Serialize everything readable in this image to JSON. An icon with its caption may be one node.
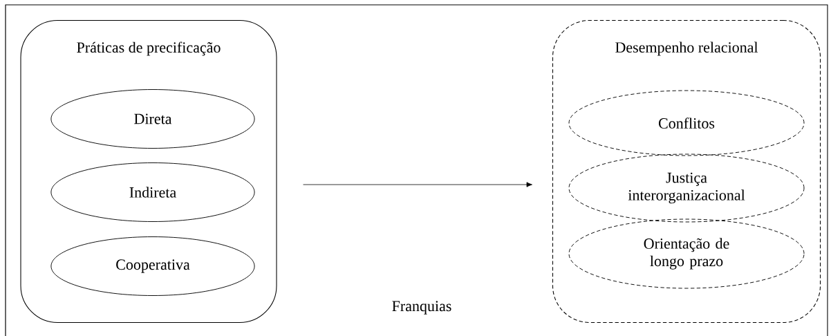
{
  "diagram": {
    "nodes": [
      {
        "text": [
          "Práticas de precificação"
        ]
      },
      {
        "text": [
          "Direta"
        ],
        "in": 0
      },
      {
        "text": [
          "Indireta"
        ],
        "in": 0
      },
      {
        "text": [
          "Cooperativa"
        ],
        "in": 0
      },
      {
        "text": [
          "Desempenho relacional"
        ]
      },
      {
        "text": [
          "Conflitos"
        ],
        "in": 4
      },
      {
        "text": [
          "Justiça interorganizacional"
        ],
        "in": 4
      },
      {
        "text": [
          "Orientação de longo prazo"
        ],
        "in": 4
      }
    ],
    "edges": [
      {
        "from": 0,
        "to": 4,
        "arrow": "to"
      }
    ],
    "labels": [
      "Franquias"
    ]
  }
}
